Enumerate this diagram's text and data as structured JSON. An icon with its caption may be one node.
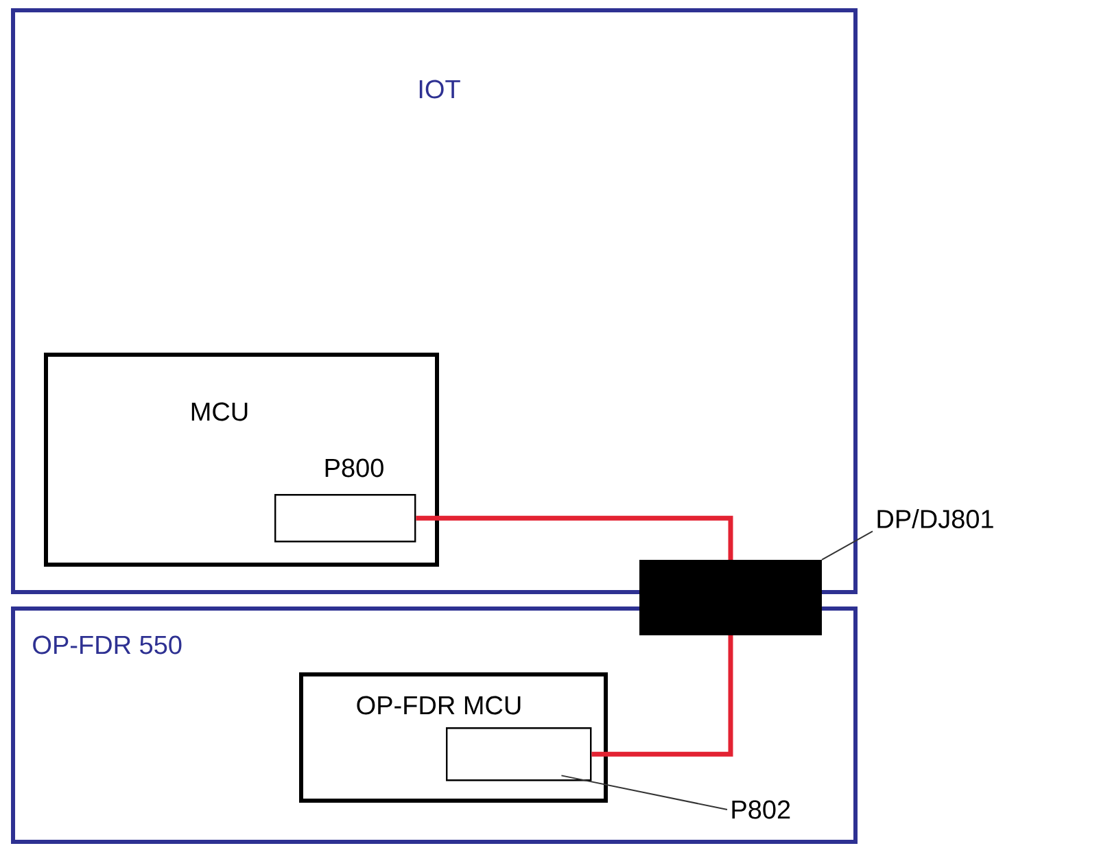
{
  "diagram": {
    "nodes": [
      {
        "text": [
          "IOT"
        ]
      },
      {
        "text": [
          "MCU"
        ],
        "in": 0
      },
      {
        "text": [
          "P800"
        ],
        "in": 1
      },
      {
        "text": [
          "OP-FDR 550"
        ]
      },
      {
        "text": [
          "OP-FDR MCU"
        ],
        "in": 3
      },
      {
        "text": [],
        "shape": "box",
        "in": 4
      },
      {
        "text": [
          "P802"
        ],
        "in": 3
      },
      {
        "text": [],
        "shape": "box"
      },
      {
        "text": [
          "DP/DJ801"
        ]
      }
    ],
    "edges": [
      {
        "from": 2,
        "to": 7,
        "arrow": "none",
        "style": "thick",
        "color": "#e32232"
      },
      {
        "from": 7,
        "to": 5,
        "arrow": "none",
        "style": "thick",
        "color": "#e32232"
      },
      {
        "from": 6,
        "to": 5,
        "arrow": "none",
        "color": "#333333"
      },
      {
        "from": 8,
        "to": 7,
        "arrow": "none",
        "color": "#333333"
      }
    ]
  }
}
